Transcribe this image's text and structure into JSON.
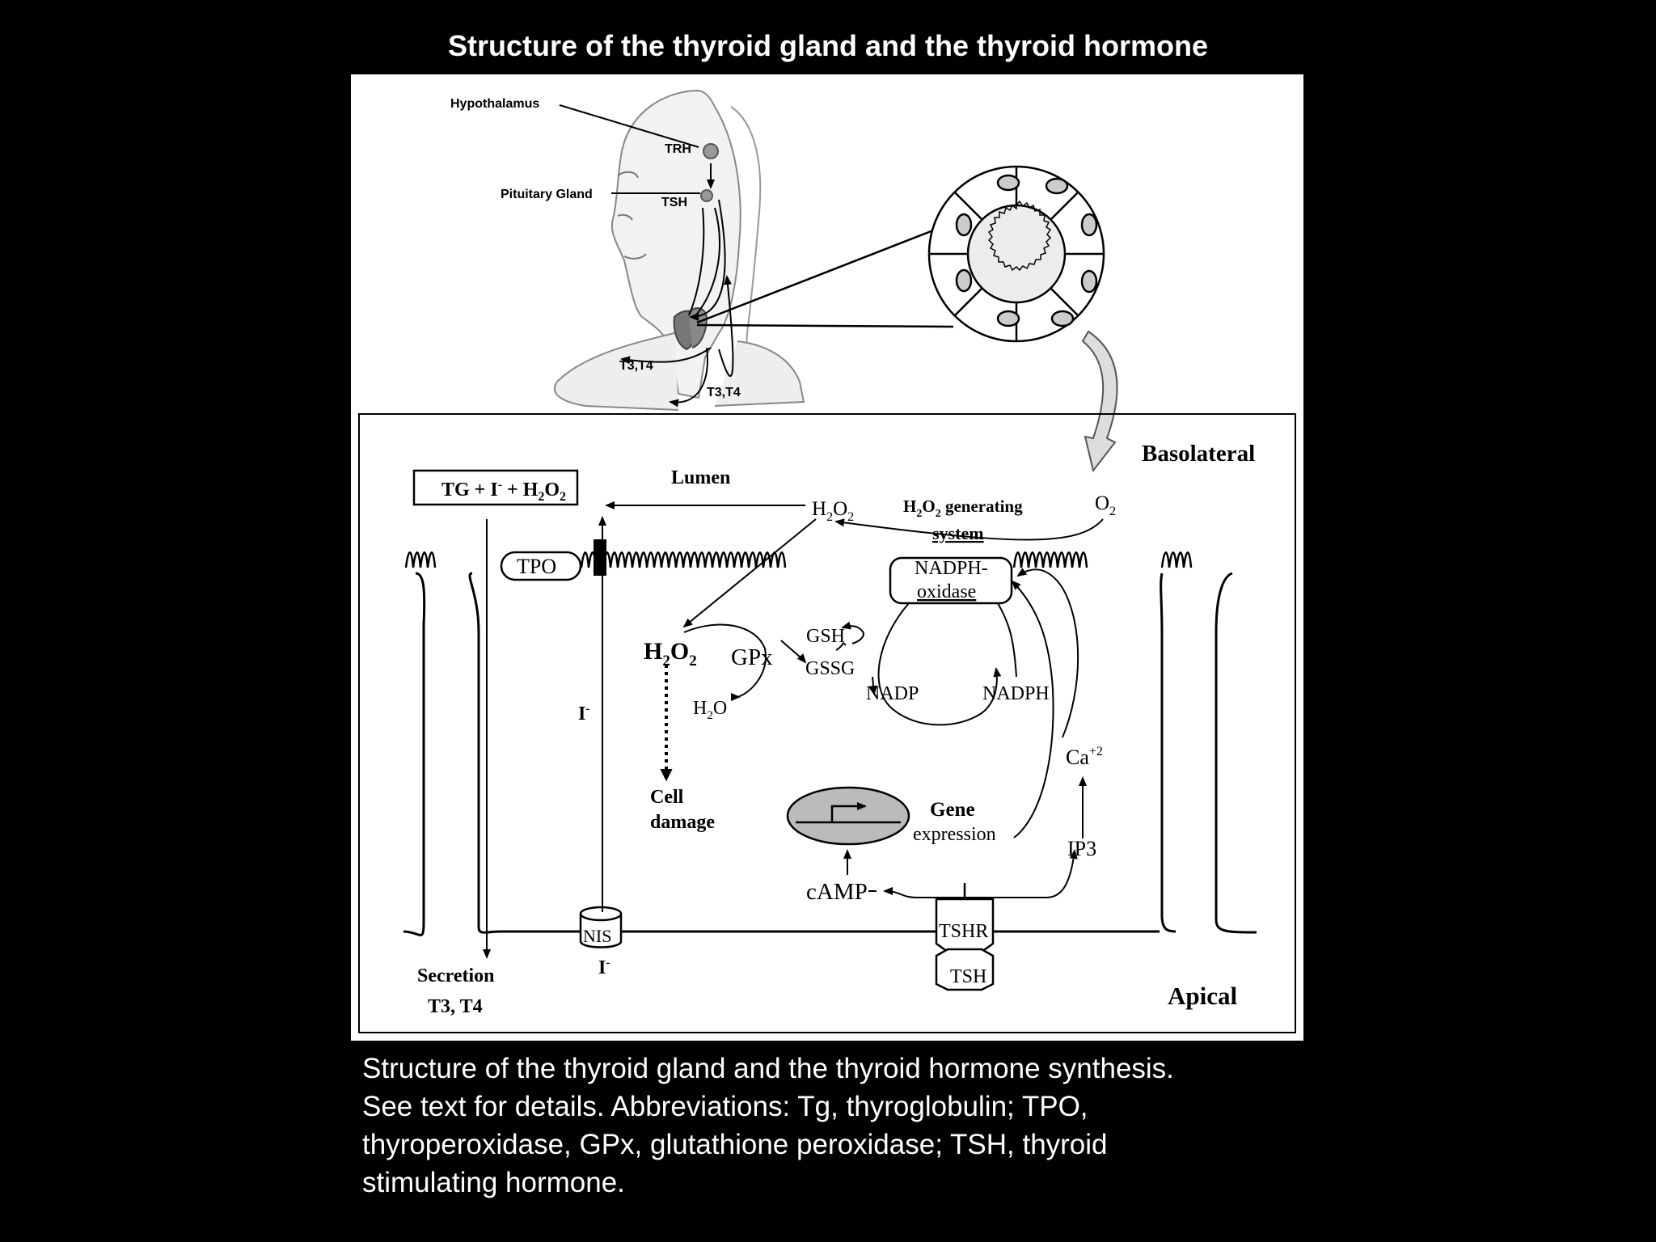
{
  "slide": {
    "title": "Structure of the thyroid gland and the thyroid hormone",
    "caption_lines": [
      "Structure of the thyroid gland and the thyroid hormone synthesis.",
      "See text for details. Abbreviations: Tg, thyroglobulin; TPO,",
      "thyroperoxidase, GPx, glutathione peroxidase; TSH, thyroid",
      "stimulating hormone."
    ]
  },
  "figure": {
    "head": {
      "hypothalamus": "Hypothalamus",
      "trh": "TRH",
      "pituitary": "Pituitary Gland",
      "tsh": "TSH",
      "t3t4_left": "T3,T4",
      "t3t4_right": "T3,T4"
    },
    "cell": {
      "basolateral": "Basolateral",
      "apical": "Apical",
      "lumen": "Lumen",
      "tg_box_tg": "TG + I",
      "tg_box_sup": "-",
      "tg_box_plus": " + H",
      "tpo": "TPO",
      "h2o2": "H",
      "sub2": "2",
      "o": "O",
      "generating": " generating",
      "system": "system",
      "o2": "O",
      "nadph_oxidase_1": "NADPH-",
      "nadph_oxidase_2": "oxidase",
      "gsh": "GSH",
      "gssg": "GSSG",
      "gpx": "GPx",
      "h2o_h": "H",
      "h2o_o": "O",
      "nadp": "NADP",
      "nadph": "NADPH",
      "iodide_i": "I",
      "iodide_sup": "-",
      "cell_damage_1": "Cell",
      "cell_damage_2": "damage",
      "gene_1": "Gene",
      "gene_2": "expression",
      "ca": "Ca",
      "ca_sup": "+2",
      "ip3": "IP3",
      "camp": "cAMP",
      "tshr": "TSHR",
      "tsh": "TSH",
      "nis": "NIS",
      "secretion_1": "Secretion",
      "secretion_2": "T3, T4"
    }
  }
}
